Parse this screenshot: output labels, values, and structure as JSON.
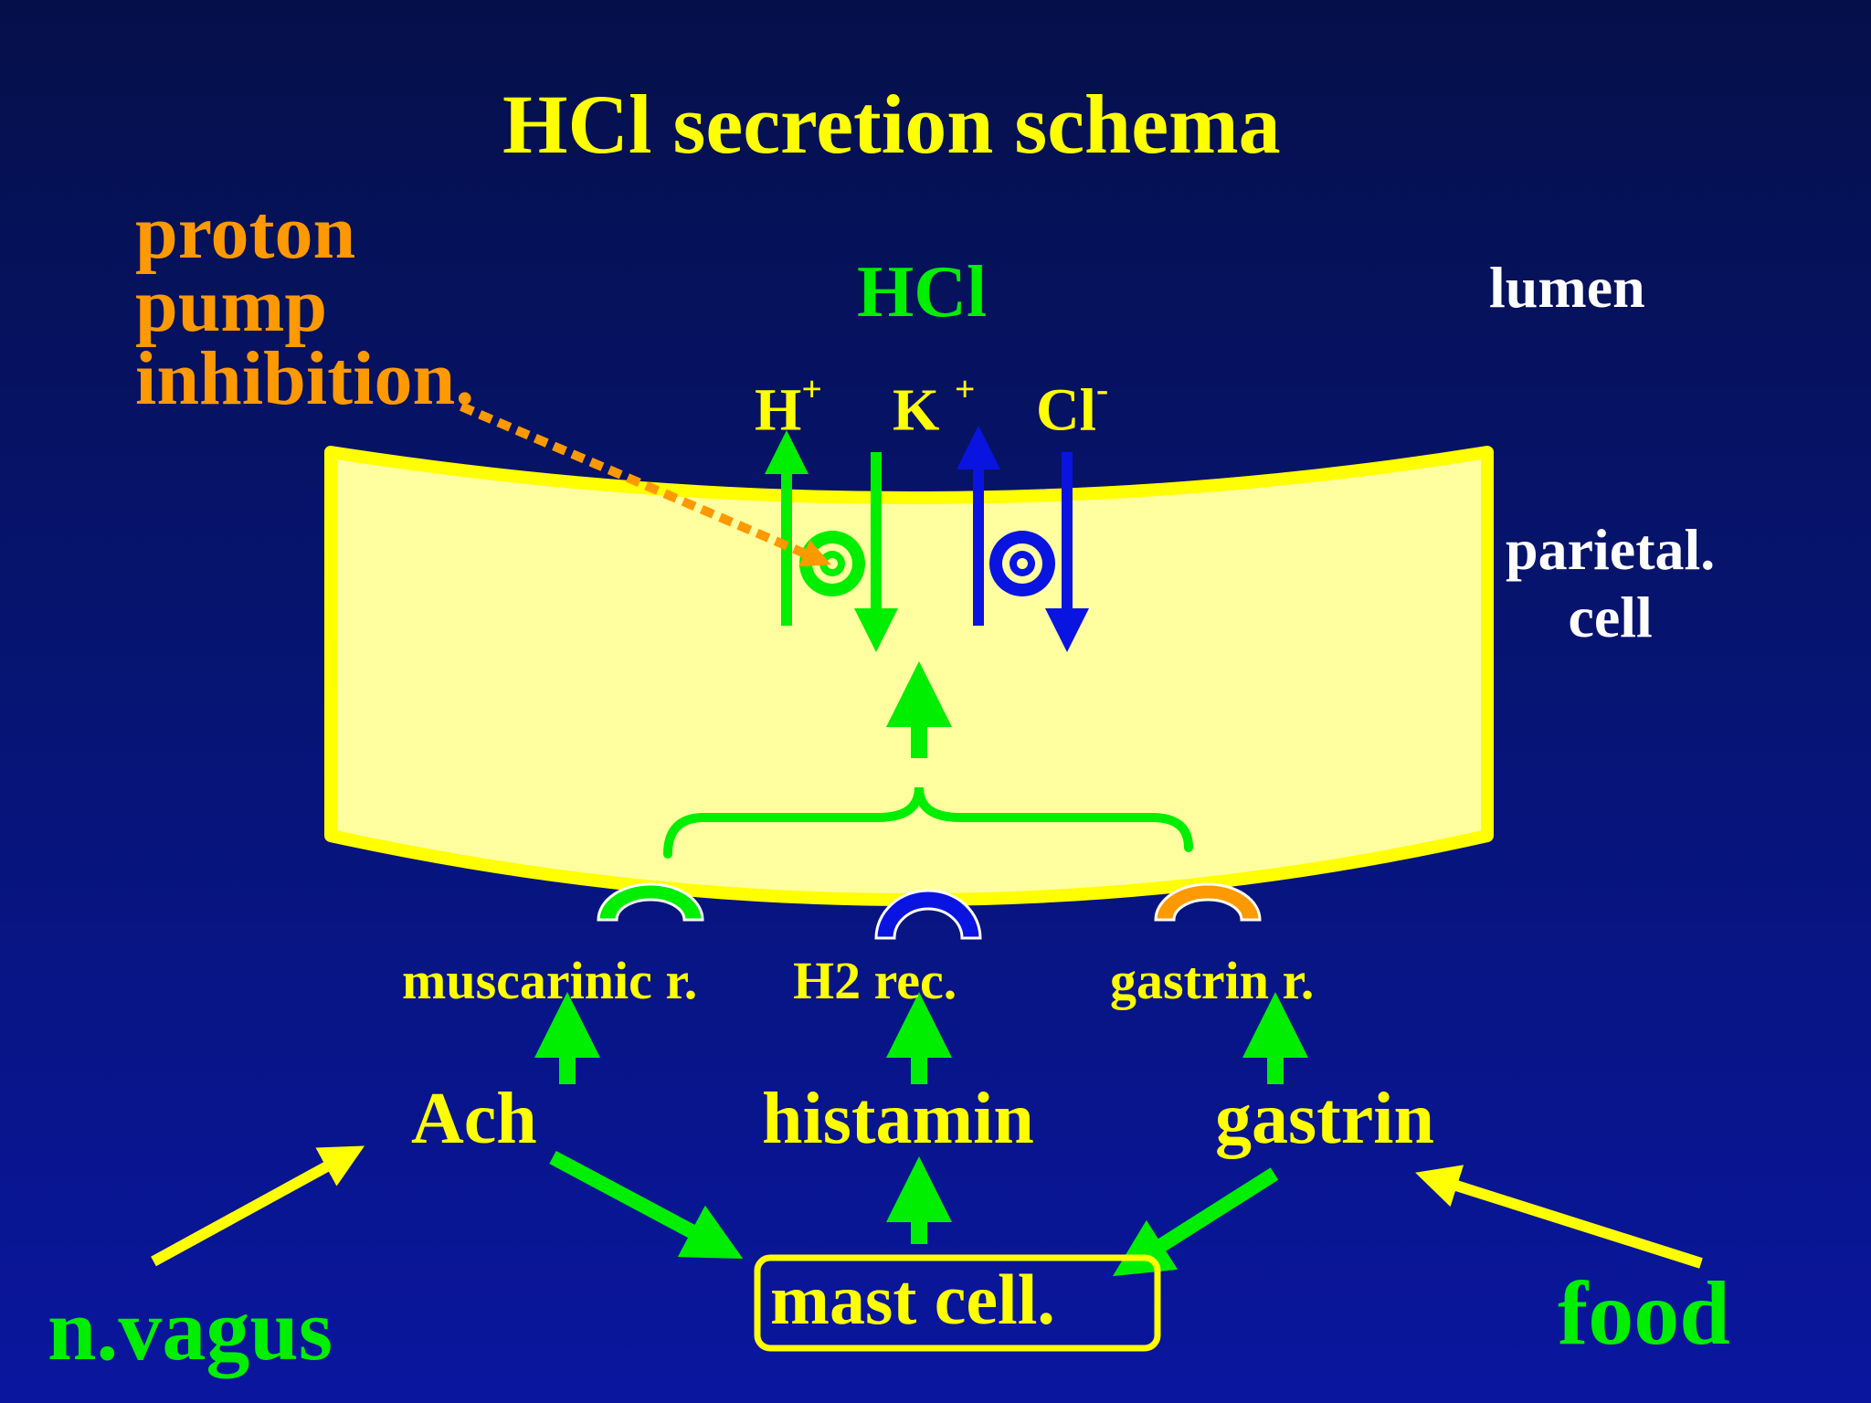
{
  "title": "HCl secretion schema",
  "drug": {
    "lines": [
      "proton",
      "pump",
      "inhibition."
    ]
  },
  "product": "HCl",
  "regions": {
    "lumen": "lumen",
    "cell_line1": "parietal.",
    "cell_line2": "cell"
  },
  "ions": {
    "h_base": "H",
    "h_sup": "+",
    "k_base": "K",
    "k_sup": "+",
    "cl_base": "Cl",
    "cl_sup": "-"
  },
  "receptors": {
    "muscarinic": "muscarinic r.",
    "h2": "H2 rec.",
    "gastrin": "gastrin r."
  },
  "messengers": {
    "ach": "Ach",
    "histamin": "histamin",
    "gastrin": "gastrin"
  },
  "mast_cell": "mast cell.",
  "sources": {
    "vagus": "n.vagus",
    "food": "food"
  },
  "colors": {
    "title": "#ffff00",
    "cell_fill": "#ffffa0",
    "cell_border": "#ffff00",
    "green": "#00ee00",
    "blue": "#0a14e0",
    "orange": "#ff9900",
    "white": "#ffffff"
  }
}
